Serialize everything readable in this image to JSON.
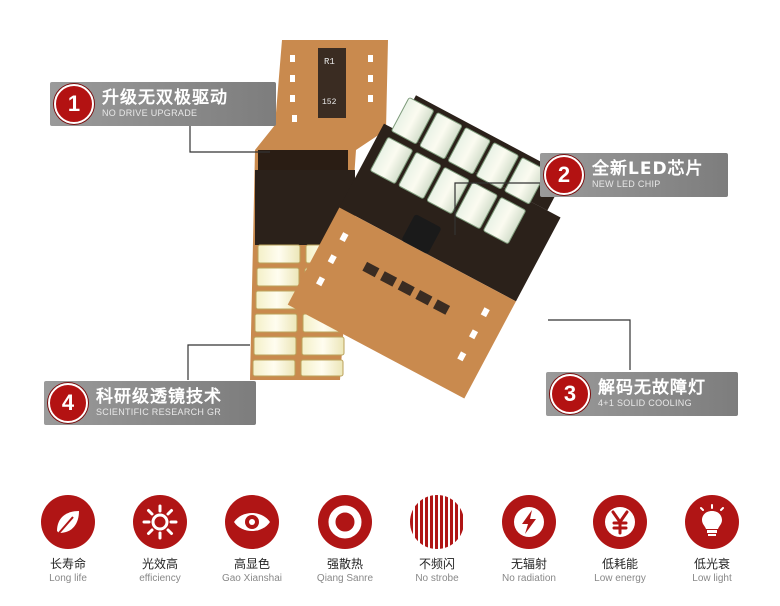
{
  "callouts": [
    {
      "num": "1",
      "title": "升级无双极驱动",
      "subtitle": "NO DRIVE UPGRADE"
    },
    {
      "num": "2",
      "title": "全新LED芯片",
      "subtitle": "NEW LED CHIP"
    },
    {
      "num": "3",
      "title": "解码无故障灯",
      "subtitle": "4+1 SOLID COOLING"
    },
    {
      "num": "4",
      "title": "科研级透镜技术",
      "subtitle": "SCIENTIFIC RESEARCH GR"
    }
  ],
  "pcb_labels": {
    "r1": "R1",
    "r2": "152"
  },
  "features": [
    {
      "icon": "leaf-icon",
      "cn": "长寿命",
      "en": "Long life"
    },
    {
      "icon": "sun-icon",
      "cn": "光效高",
      "en": "efficiency"
    },
    {
      "icon": "eye-icon",
      "cn": "高显色",
      "en": "Gao Xianshai"
    },
    {
      "icon": "ring-icon",
      "cn": "强散热",
      "en": "Qiang Sanre"
    },
    {
      "icon": "stripes-icon",
      "cn": "不频闪",
      "en": "No strobe"
    },
    {
      "icon": "lightning-icon",
      "cn": "无辐射",
      "en": "No radiation"
    },
    {
      "icon": "yen-icon",
      "cn": "低耗能",
      "en": "Low energy"
    },
    {
      "icon": "bulb-icon",
      "cn": "低光衰",
      "en": "Low light"
    }
  ],
  "colors": {
    "accent": "#b31212",
    "callout_bg": "#8a8a8a",
    "pcb": "#c98a4e",
    "led": "#f3f1d2"
  }
}
